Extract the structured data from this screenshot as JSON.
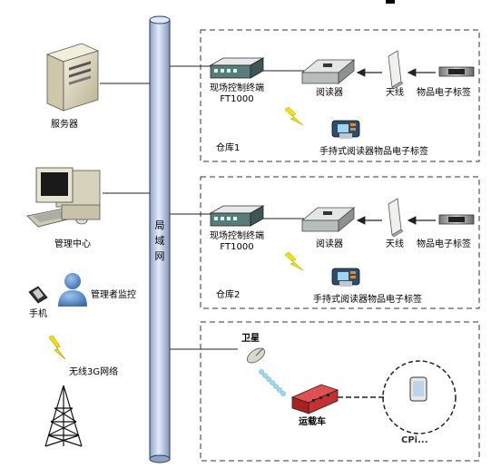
{
  "network": {
    "lan_label": "局域网"
  },
  "left_nodes": {
    "server": "服务器",
    "management_center": "管理中心",
    "manager_monitor": "管理者监控",
    "phone": "手机",
    "wireless_network": "无线3G网络"
  },
  "warehouse1": {
    "terminal_line1": "现场控制终端",
    "terminal_line2": "FT1000",
    "reader": "阅读器",
    "antenna": "天线",
    "tag": "物品电子标签",
    "handheld": "手持式阅读器",
    "handheld_tag": "物品电子标签",
    "name": "仓库1"
  },
  "warehouse2": {
    "terminal_line1": "现场控制终端",
    "terminal_line2": "FT1000",
    "reader": "阅读器",
    "antenna": "天线",
    "tag": "物品电子标签",
    "handheld": "手持式阅读器",
    "handheld_tag": "物品电子标签",
    "name": "仓库2"
  },
  "transport": {
    "satellite": "卫星",
    "vehicle": "运载车",
    "watermark": "CPi..."
  },
  "colors": {
    "pipe_fill": "#c9d6ec",
    "pipe_stroke": "#2a3a5a",
    "dashed_border": "#333333",
    "arrow": "#222222",
    "lightning": "#e8d800"
  }
}
